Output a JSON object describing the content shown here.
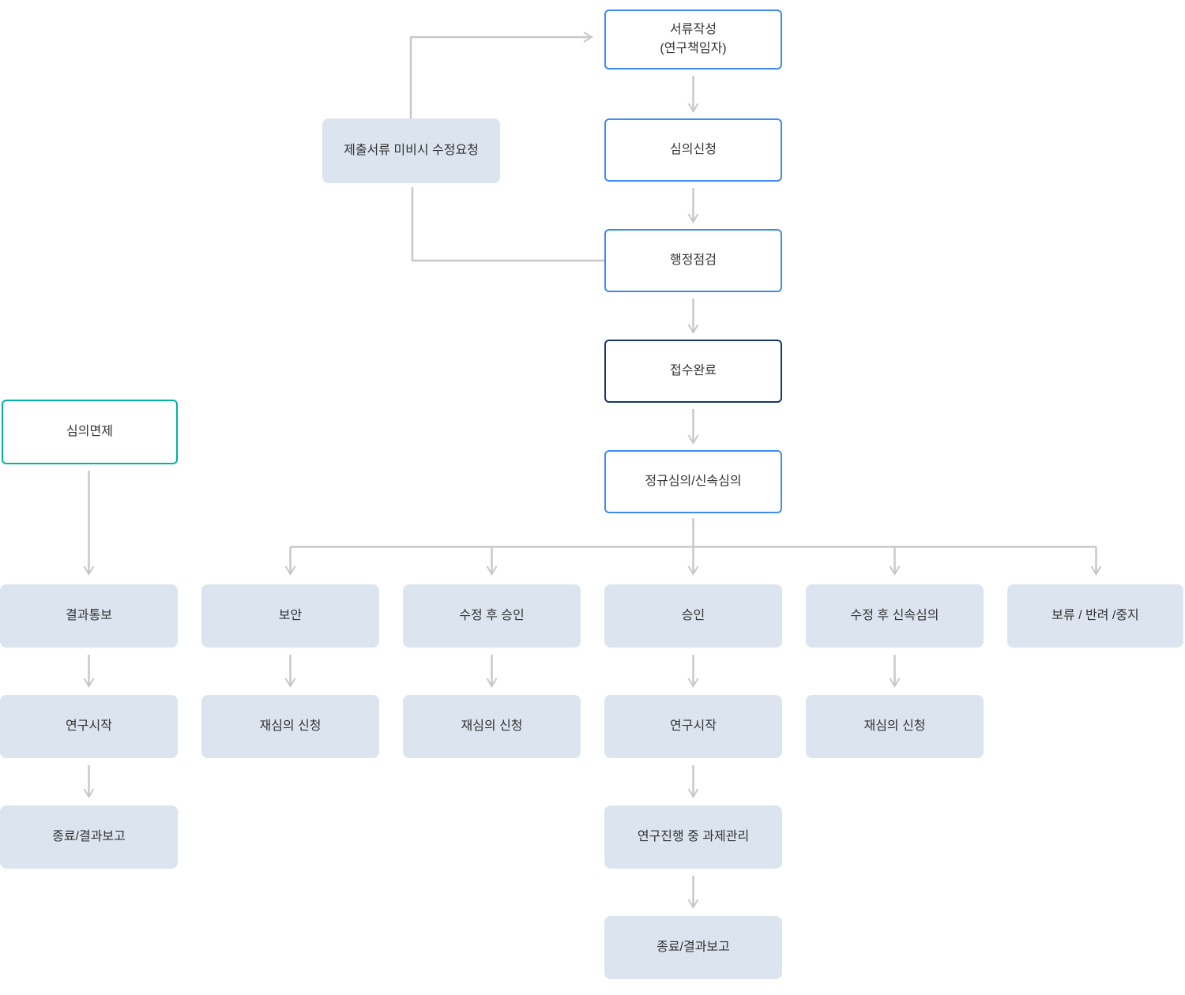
{
  "colors": {
    "accent_blue": "#3e8bf3",
    "navy": "#17376e",
    "teal": "#00b3a6",
    "node_fill": "#dbe4ef",
    "arrow": "#c8c8c8",
    "text": "#333333",
    "background": "#ffffff"
  },
  "nodes": {
    "doc_creation": {
      "label": "서류작성",
      "sublabel": "(연구책임자)"
    },
    "revision_request": {
      "label": "제출서류 미비시 수정요청"
    },
    "review_request": {
      "label": "심의신청"
    },
    "admin_check": {
      "label": "행정점검"
    },
    "receipt_complete": {
      "label": "접수완료"
    },
    "regular_review": {
      "label": "정규심의/신속심의"
    },
    "review_exemption": {
      "label": "심의면제"
    },
    "result_notice": {
      "label": "결과통보"
    },
    "supplement": {
      "label": "보안"
    },
    "approval_after_revision": {
      "label": "수정 후 승인"
    },
    "approval": {
      "label": "승인"
    },
    "expedited_after_revision": {
      "label": "수정 후 신속심의"
    },
    "hold_reject_stop": {
      "label": "보류 / 반려 /중지"
    },
    "research_start_left": {
      "label": "연구시작"
    },
    "rereview_request_1": {
      "label": "재심의 신청"
    },
    "rereview_request_2": {
      "label": "재심의 신청"
    },
    "research_start_center": {
      "label": "연구시작"
    },
    "rereview_request_3": {
      "label": "재심의 신청"
    },
    "end_report_left": {
      "label": "종료/결과보고"
    },
    "task_management": {
      "label": "연구진행 중 과제관리"
    },
    "end_report_center": {
      "label": "종료/결과보고"
    }
  }
}
